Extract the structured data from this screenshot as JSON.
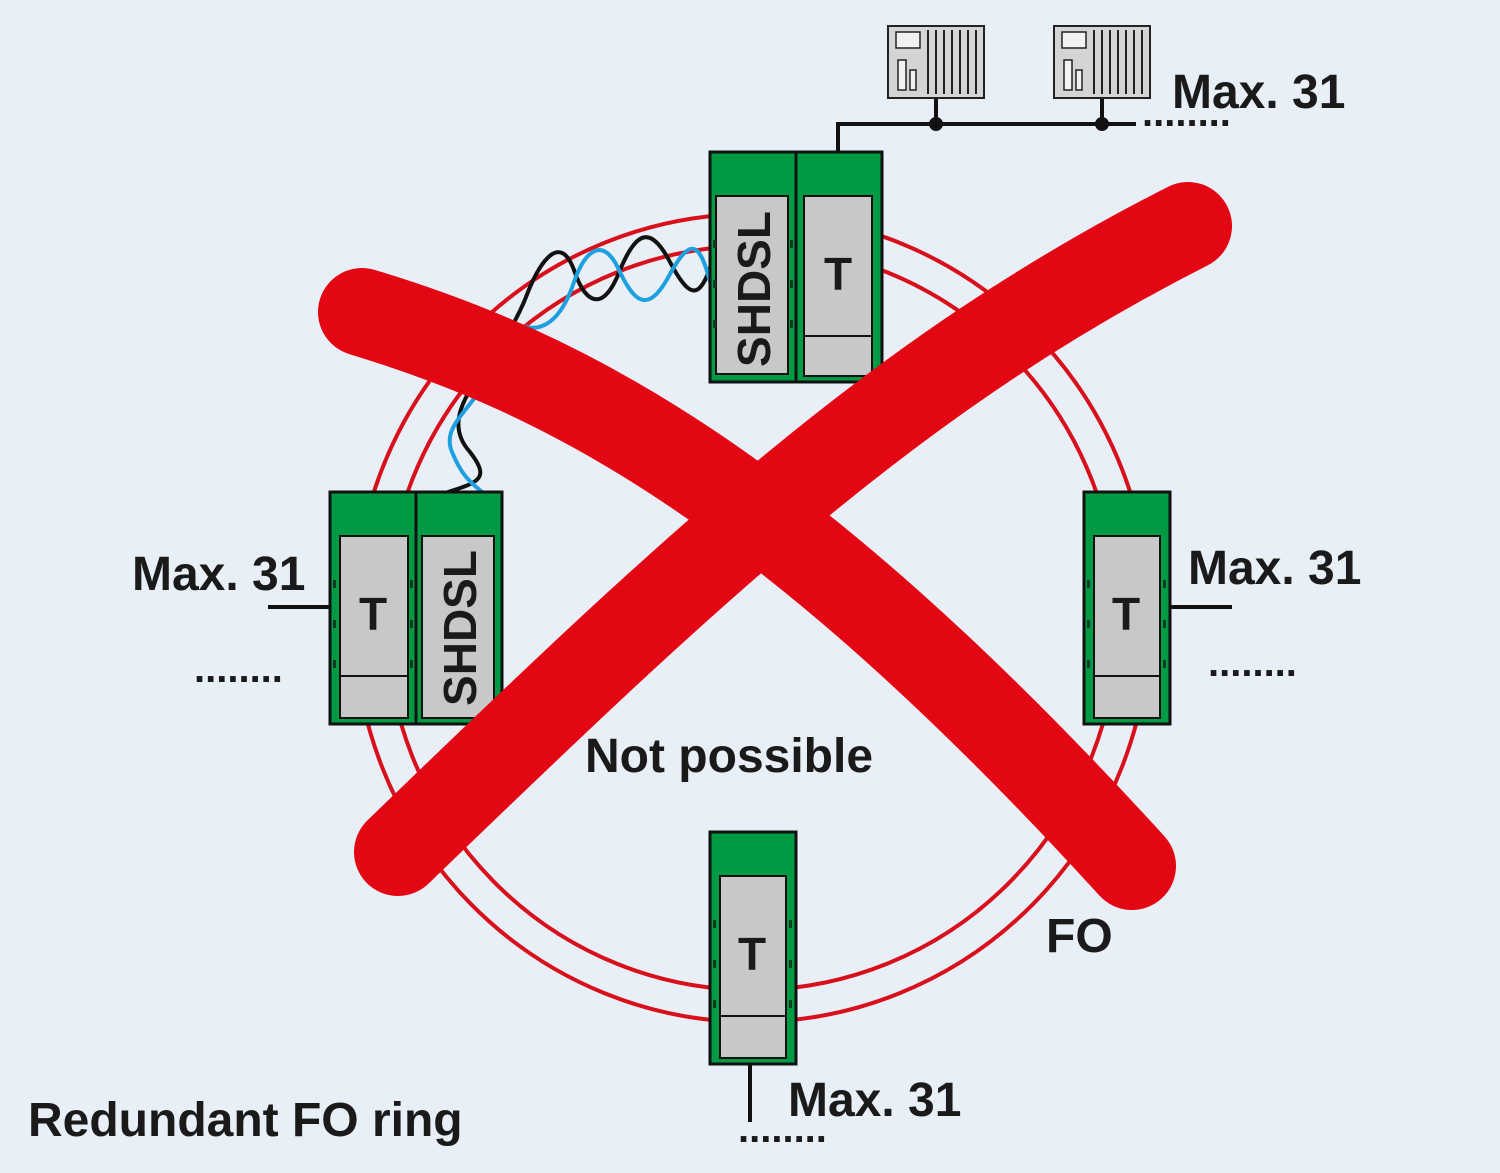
{
  "labels": {
    "max_top": "Max. 31",
    "max_left": "Max. 31",
    "max_right": "Max. 31",
    "max_bottom": "Max. 31",
    "dots": "........",
    "fo": "FO",
    "not_possible": "Not possible",
    "ring_caption": "Redundant FO ring"
  },
  "devices": {
    "t_letter": "T",
    "shdsl_letter": "SHDSL"
  },
  "colors": {
    "background": "#e9eff7",
    "ring": "#d8101c",
    "cross": "#e30613",
    "module_green": "#009a44",
    "module_body": "#c8c8c8",
    "copper_black": "#111111",
    "copper_blue": "#1ea0e0"
  }
}
